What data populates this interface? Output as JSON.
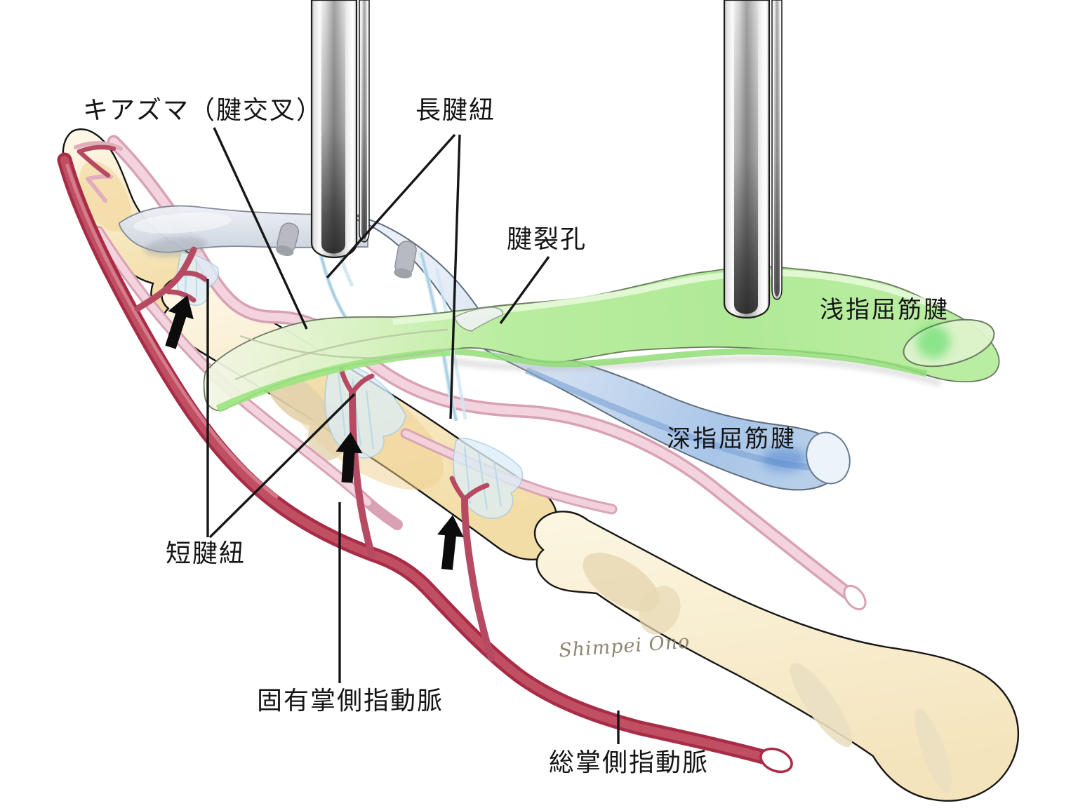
{
  "figure": {
    "labels": {
      "chiasma": "キアズマ（腱交叉）",
      "vinculum_longum": "長腱紐",
      "tendon_hiatus": "腱裂孔",
      "fds_tendon": "浅指屈筋腱",
      "fdp_tendon": "深指屈筋腱",
      "vinculum_breve": "短腱紐",
      "proper_palmar_digital_artery": "固有掌側指動脈",
      "common_palmar_digital_artery": "総掌側指動脈"
    },
    "signature": "Shimpei Ono",
    "icons": {
      "up_arrow_count": 3,
      "up_arrow_meaning": "up-arrow"
    },
    "colors": {
      "fds_green": "#b9eda0",
      "fds_green_shadow": "#92dd77",
      "fdp_blue": "#c9dbf0",
      "fdp_blue_deep": "#4d82cf",
      "bone_cream": "#f6e2ae",
      "artery_red": "#a82c45",
      "vessel_pink": "#f3d3dd",
      "vinculum_lightblue": "#ddeef7",
      "rod_gray": "#a2a2a2",
      "label_text": "#151515"
    }
  }
}
